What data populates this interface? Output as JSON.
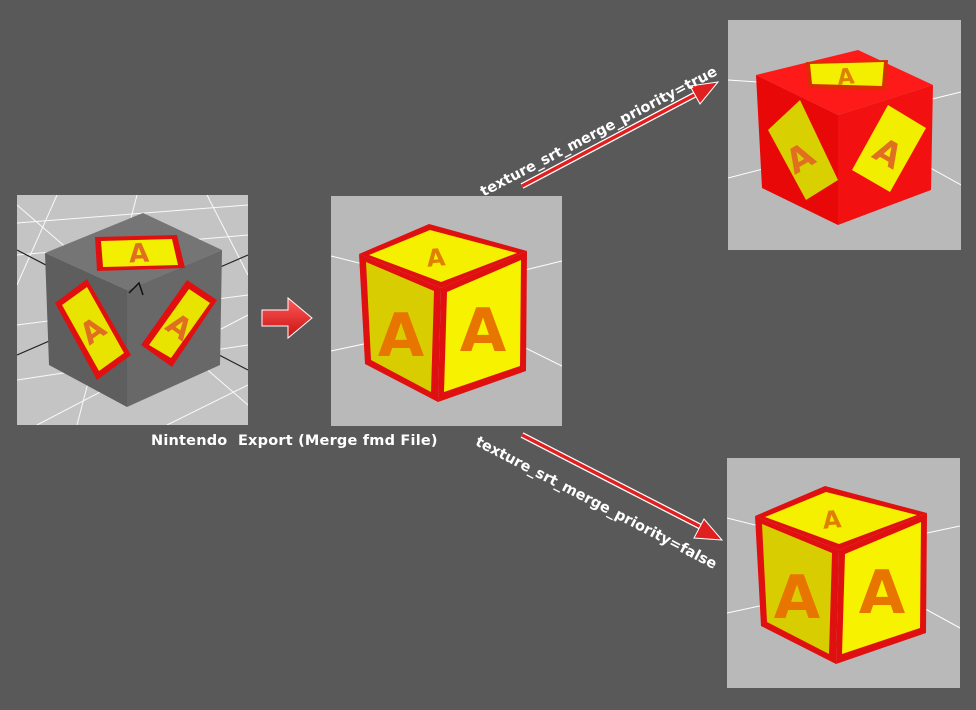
{
  "caption": "Nintendo  Export (Merge fmd File)",
  "labels": {
    "top": "texture_srt_merge_priority=true",
    "bottom": "texture_srt_merge_priority=false"
  },
  "glyph": "A",
  "colors": {
    "background": "#595959",
    "panel": "#b9b9b9",
    "arrow": "#e02020",
    "cube_red": "#ee1010",
    "cube_yellow": "#ffff00",
    "cube_gray": "#636363",
    "letter": "#f07000"
  },
  "panels": [
    {
      "name": "source-scene",
      "cube": "gray cube with three yellow A decals"
    },
    {
      "name": "merged-result",
      "cube": "yellow A cube with red edges"
    },
    {
      "name": "result-true",
      "cube": "red cube with rotated yellow A decals"
    },
    {
      "name": "result-false",
      "cube": "yellow A cube with red edges"
    }
  ]
}
